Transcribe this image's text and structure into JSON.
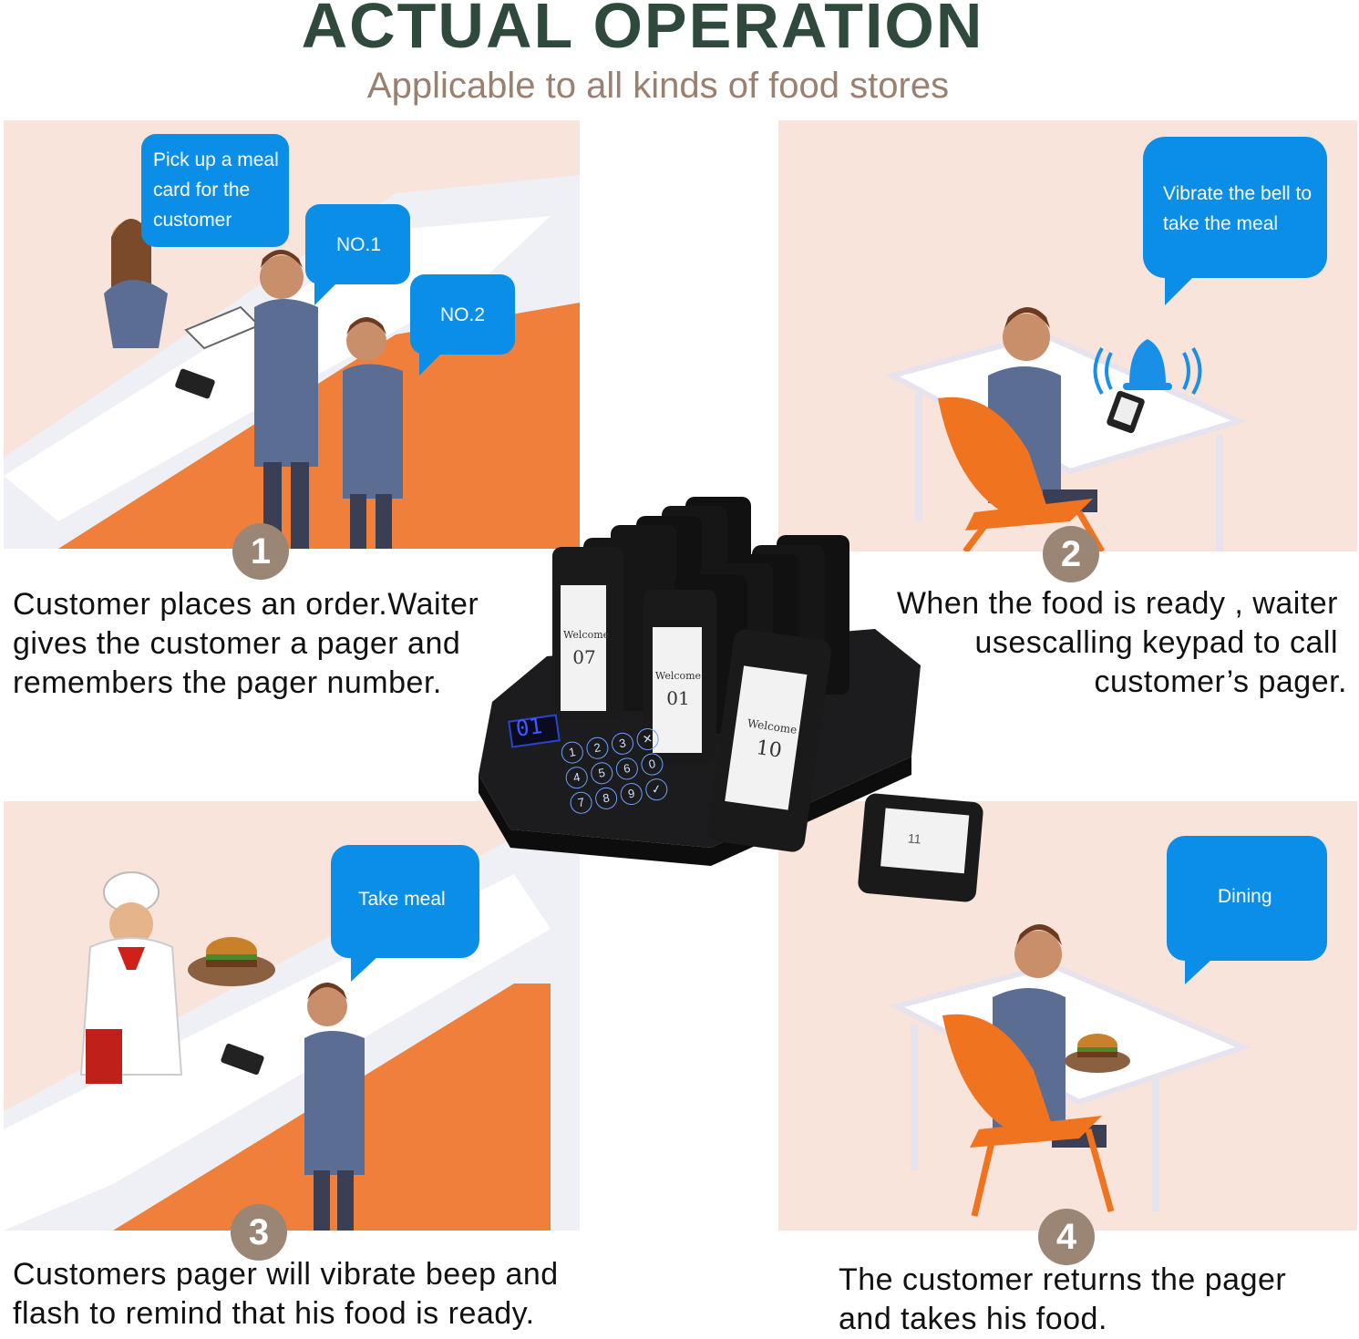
{
  "header": {
    "title": "ACTUAL OPERATION",
    "subtitle": "Applicable to all kinds of food stores"
  },
  "steps": [
    {
      "number": "1",
      "bubbles": [
        "Pick up a meal card for the customer",
        "NO.1",
        "NO.2"
      ],
      "caption_lines": [
        "Customer places an order.Waiter",
        "gives the customer a pager and",
        "remembers the pager number."
      ]
    },
    {
      "number": "2",
      "bubbles": [
        "Vibrate the bell to take the meal"
      ],
      "caption_lines": [
        "When the food is ready , waiter",
        "usescalling keypad to call",
        "customer’s pager."
      ]
    },
    {
      "number": "3",
      "bubbles": [
        "Take meal"
      ],
      "caption_lines": [
        "Customers pager will vibrate beep and",
        "flash to remind that his food is ready."
      ]
    },
    {
      "number": "4",
      "bubbles": [
        "Dining"
      ],
      "caption_lines": [
        "The customer returns the pager",
        "and takes his food."
      ]
    }
  ],
  "device": {
    "display": "01",
    "pager_labels": [
      "Welcome",
      "Welcome",
      "Welcome"
    ],
    "pager_numbers": [
      "07",
      "01",
      "10",
      "11"
    ],
    "keypad_keys": [
      "1",
      "2",
      "3",
      "✕",
      "4",
      "5",
      "6",
      "0",
      "7",
      "8",
      "9",
      "✓"
    ]
  },
  "colors": {
    "title": "#2f4a3c",
    "subtitle": "#9a8070",
    "bubble": "#0b8ee8",
    "panel": "#f8e4da",
    "step_badge": "#9b8675",
    "counter_orange": "#ef7f3a",
    "chair_orange": "#f0731f",
    "person_blue": "#5b6d93"
  }
}
